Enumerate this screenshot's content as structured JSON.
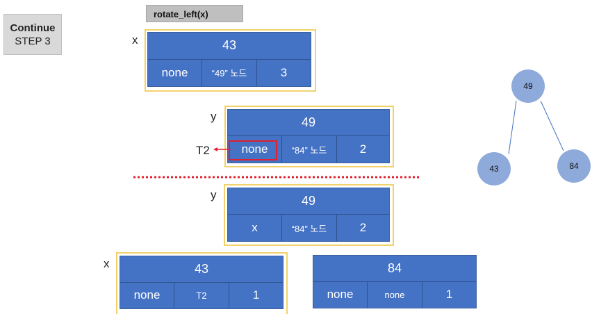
{
  "continue_box": {
    "title": "Continue",
    "step": "STEP 3"
  },
  "function_label": "rotate_left(x)",
  "var_labels": {
    "x_top": "x",
    "y_mid": "y",
    "y_bottom": "y",
    "x_bottom": "x"
  },
  "t2_label": "T2",
  "nodes": {
    "x_top": {
      "key": "43",
      "left": "none",
      "middle": "“49” 노드",
      "right": "3"
    },
    "y_mid": {
      "key": "49",
      "left": "none",
      "middle": "“84” 노드",
      "right": "2"
    },
    "y_bottom": {
      "key": "49",
      "left": "x",
      "middle": "“84” 노드",
      "right": "2"
    },
    "x_bottom": {
      "key": "43",
      "left": "none",
      "middle": "T2",
      "right": "1"
    },
    "n84_bottom": {
      "key": "84",
      "left": "none",
      "middle": "none",
      "right": "1"
    }
  },
  "tree": {
    "root": "49",
    "left_child": "43",
    "right_child": "84"
  },
  "colors": {
    "node_fill": "#4472c4",
    "frame": "#f2d16b",
    "red": "#e0202f",
    "circle": "#8eaadb",
    "divider": "#e0202f"
  }
}
